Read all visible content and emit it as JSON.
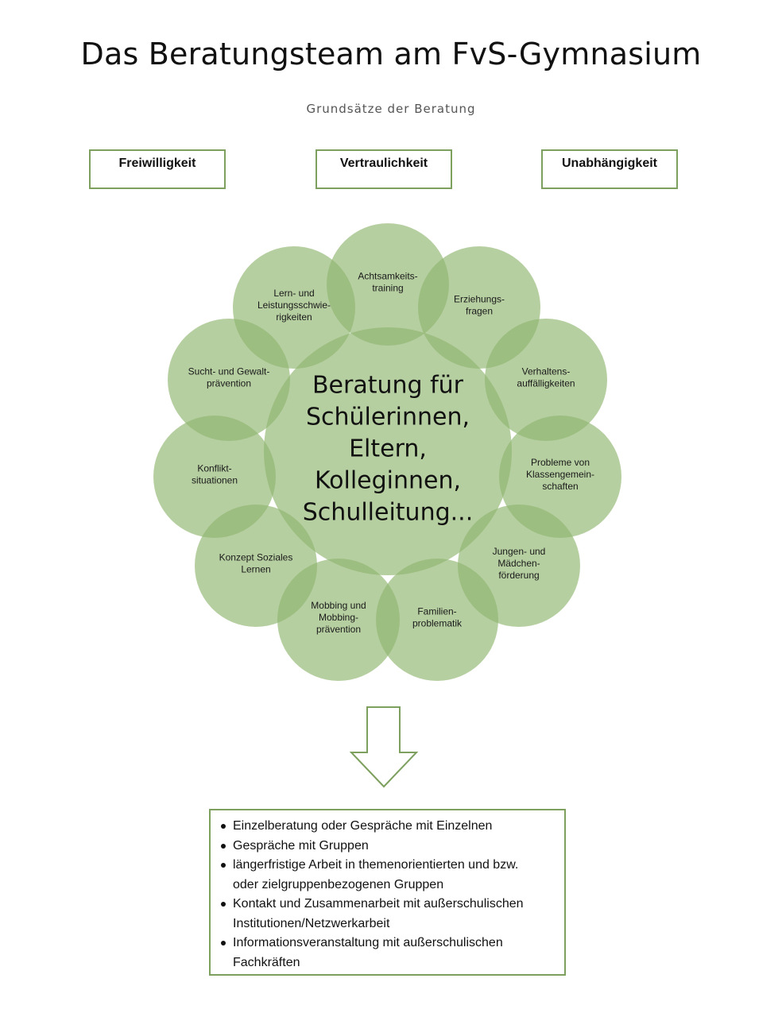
{
  "title": "Das Beratungsteam am FvS-Gymnasium",
  "subtitle": "Grundsätze der Beratung",
  "principles": [
    "Freiwilligkeit",
    "Vertraulichkeit",
    "Unabhängigkeit"
  ],
  "center": {
    "lines": [
      "Beratung für",
      "Schülerinnen,",
      "Eltern,",
      "Kolleginnen,",
      "Schulleitung..."
    ]
  },
  "topics": [
    {
      "lines": [
        "Achtsamkeits-",
        "training"
      ]
    },
    {
      "lines": [
        "Erziehungs-",
        "fragen"
      ]
    },
    {
      "lines": [
        "Verhaltens-",
        "auffälligkeiten"
      ]
    },
    {
      "lines": [
        "Probleme von",
        "Klassengemein-",
        "schaften"
      ]
    },
    {
      "lines": [
        "Jungen- und",
        "Mädchen-",
        "förderung"
      ]
    },
    {
      "lines": [
        "Familien-",
        "problematik"
      ]
    },
    {
      "lines": [
        "Mobbing und",
        "Mobbing-",
        "prävention"
      ]
    },
    {
      "lines": [
        "Konzept Soziales",
        "Lernen"
      ]
    },
    {
      "lines": [
        "Konflikt-",
        "situationen"
      ]
    },
    {
      "lines": [
        "Sucht- und Gewalt-",
        "prävention"
      ]
    },
    {
      "lines": [
        "Lern- und",
        "Leistungsschwie-",
        "rigkeiten"
      ]
    }
  ],
  "offerings": [
    [
      "Einzelberatung oder Gespräche mit Einzelnen"
    ],
    [
      "Gespräche mit Gruppen"
    ],
    [
      "längerfristige Arbeit in themenorientierten und bzw.",
      "oder zielgruppenbezogenen Gruppen"
    ],
    [
      "Kontakt und Zusammenarbeit mit außerschulischen",
      "Institutionen/Netzwerkarbeit"
    ],
    [
      "Informationsveranstaltung mit außerschulischen",
      "Fachkräften"
    ]
  ],
  "colors": {
    "circle_fill": "#8fb56e",
    "circle_opacity": 0.65,
    "border_green": "#7da05f",
    "arrow_stroke": "#7da05f"
  }
}
